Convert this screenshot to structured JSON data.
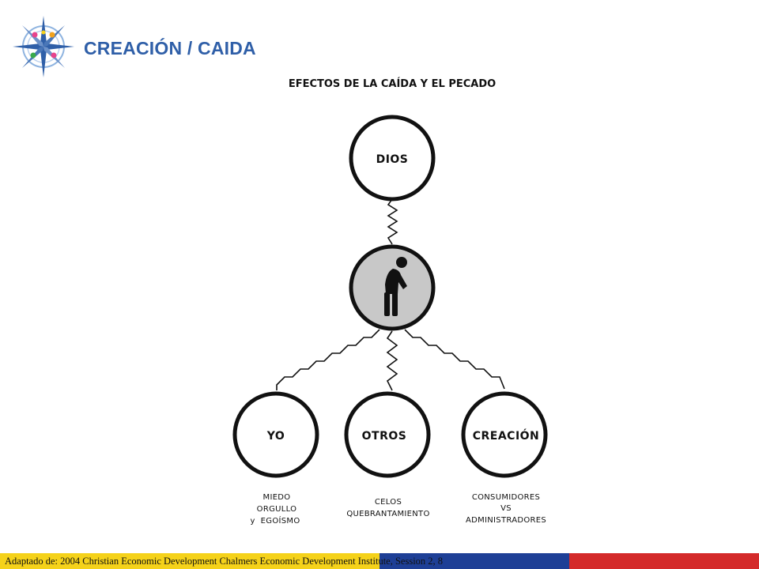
{
  "header": {
    "title": "CREACIÓN / CAIDA"
  },
  "diagram": {
    "title": "EFECTOS DE LA CAÍDA Y EL PECADO",
    "nodes": {
      "top": {
        "label": "DIOS"
      },
      "center": {
        "icon": "stooped-person-icon",
        "fill": "#c8c8c8"
      },
      "left": {
        "label": "YO",
        "description": [
          "MIEDO",
          "ORGULLO",
          "y  EGOÍSMO"
        ]
      },
      "middle": {
        "label": "OTROS",
        "description": [
          "CELOS",
          "QUEBRANTAMIENTO"
        ]
      },
      "right": {
        "label": "CREACIÓN",
        "description": [
          "CONSUMIDORES",
          "VS",
          "ADMINISTRADORES"
        ]
      }
    }
  },
  "footer": {
    "citation": "Adaptado de: 2004 Christian Economic Development Chalmers Economic Development Institute, Session 2, 8",
    "colors": [
      "#f5d21a",
      "#1e3f96",
      "#d42a2a"
    ]
  }
}
